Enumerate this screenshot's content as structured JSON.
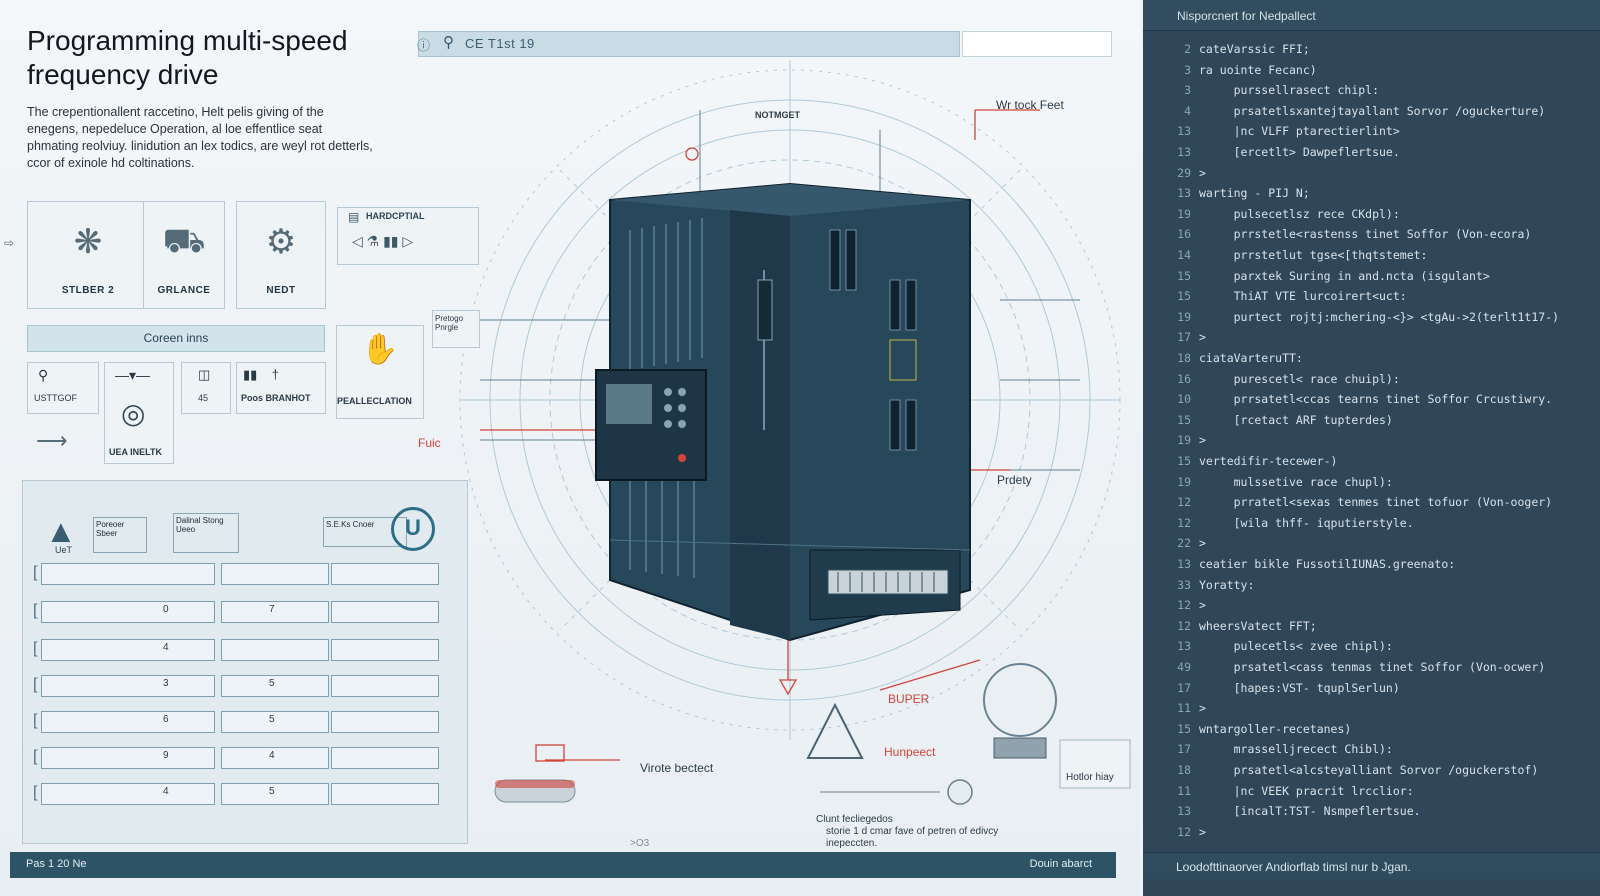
{
  "header": {
    "title": "Programming multi-speed frequency drive",
    "description": "The crepentionallent raccetino, Helt pelis giving of the enegens, nepedeluce Operation, al loe effentlice seat phmating reolviuy. linidution an lex todics, are weyl rot detterls, ccor of exinole hd coltinations."
  },
  "search": {
    "query": "CE T1st 19"
  },
  "cards": [
    {
      "label": "STLBER 2",
      "icon": "fan-icon"
    },
    {
      "label": "GRLANCE",
      "icon": "truck-icon"
    },
    {
      "label": "NEDT",
      "icon": "motor-icon"
    }
  ],
  "menu_card": {
    "label": "HARDCPTIAL"
  },
  "band": {
    "label": "Coreen inns"
  },
  "small_cards": [
    {
      "text": "USTTGOF"
    },
    {
      "text": "45"
    },
    {
      "text": "Poos  BRANHOT"
    },
    {
      "text": "UEA INELTK"
    },
    {
      "text": "PEALLECLATION"
    },
    {
      "text": "Pretogo Pnrgle"
    }
  ],
  "panel": {
    "items": [
      {
        "text": "Poreoer Sbeer"
      },
      {
        "text": "Dalinal Stong Ueeo"
      },
      {
        "text": "S.E.Ks Cnoer"
      },
      {
        "text": "UeT"
      }
    ],
    "rows": [
      {
        "mid": "",
        "right": ""
      },
      {
        "mid": "0",
        "right": "7"
      },
      {
        "mid": "4",
        "right": ""
      },
      {
        "mid": "3",
        "right": "5"
      },
      {
        "mid": "6",
        "right": "5"
      },
      {
        "mid": "9",
        "right": "4"
      },
      {
        "mid": "4",
        "right": "5"
      }
    ]
  },
  "callouts": {
    "c1": "Wr tock Feet",
    "c2": "NOTMGET",
    "c3": "Fuic",
    "c4": "Prdety",
    "c5": "BUPER",
    "c6": "Hunpeect",
    "c7": "Virote bectect",
    "c8": "Clunt fecliegedos",
    "c9": "storie 1 d cmar fave of petren of edivcy inepeccten.",
    "c10": "Hotlor hiay",
    "c11": ">O3"
  },
  "bottombar": {
    "page": "Pas 1 20 Ne",
    "action": "Douin abarct"
  },
  "code": {
    "header": "Nisporcnert for Nedpallect",
    "footer": "Loodofttinaorver Andiorflab timsl nur b Jgan.",
    "lines": [
      {
        "n": "2",
        "t": "cateVarssic FFI;"
      },
      {
        "n": "3",
        "t": "ra uointe Fecanc)"
      },
      {
        "n": "3",
        "t": "     purssellrasect chipl:"
      },
      {
        "n": "4",
        "t": "     prsatetlsxantejtayallant Sorvor /oguckerture)"
      },
      {
        "n": "13",
        "t": "     |nc VLFF ptarectierlint>"
      },
      {
        "n": "13",
        "t": "     [ercetlt> Dawpeflertsue."
      },
      {
        "n": "29",
        "t": ">"
      },
      {
        "n": "13",
        "t": "warting - PIJ N;"
      },
      {
        "n": "19",
        "t": "     pulsecetlsz rece CKdpl):"
      },
      {
        "n": "16",
        "t": "     prrstetle<rastenss tinet Soffor (Von-ecora)"
      },
      {
        "n": "14",
        "t": "     prrstetlut tgse<[thqtstemet:"
      },
      {
        "n": "15",
        "t": "     parxtek Suring in and.ncta (isgulant>"
      },
      {
        "n": "15",
        "t": "     ThiAT VTE lurcoirert<uct:"
      },
      {
        "n": "19",
        "t": "     purtect rojtj:mchering-<}> <tgAu->2(terlt1t17-)"
      },
      {
        "n": "17",
        "t": ">"
      },
      {
        "n": "18",
        "t": "ciataVarteruTT:"
      },
      {
        "n": "16",
        "t": "     purescetl< race chuipl):"
      },
      {
        "n": "10",
        "t": "     prrsatetl<ccas tearns tinet Soffor Crcustiwry."
      },
      {
        "n": "15",
        "t": "     [rcetact ARF tupterdes)"
      },
      {
        "n": "19",
        "t": ">"
      },
      {
        "n": "15",
        "t": "vertedifir-tecewer-)"
      },
      {
        "n": "19",
        "t": "     mulssetive race chupl):"
      },
      {
        "n": "12",
        "t": "     prratetl<sexas tenmes tinet tofuor (Von-ooger)"
      },
      {
        "n": "12",
        "t": "     [wila thff- iqputierstyle."
      },
      {
        "n": "22",
        "t": ">"
      },
      {
        "n": "13",
        "t": "ceatier bikle FussotilIUNAS.greenato:"
      },
      {
        "n": "33",
        "t": "Yoratty:"
      },
      {
        "n": "12",
        "t": ">"
      },
      {
        "n": "12",
        "t": "wheersVatect FFT;"
      },
      {
        "n": "13",
        "t": "     pulecetls< zvee chipl):"
      },
      {
        "n": "49",
        "t": "     prsatetl<cass tenmas tinet Soffor (Von-ocwer)"
      },
      {
        "n": "17",
        "t": "     [hapes:VST- tquplSerlun)"
      },
      {
        "n": "11",
        "t": ">"
      },
      {
        "n": "15",
        "t": "wntargoller-recetanes)"
      },
      {
        "n": "17",
        "t": "     mrasselljrecect Chibl):"
      },
      {
        "n": "18",
        "t": "     prsatetl<alcsteyalliant Sorvor /oguckerstof)"
      },
      {
        "n": "11",
        "t": "     |nc VEEK pracrit lrcclior:"
      },
      {
        "n": "13",
        "t": "     [incalT:TST- Nsmpeflertsue."
      },
      {
        "n": "12",
        "t": ">"
      }
    ]
  }
}
